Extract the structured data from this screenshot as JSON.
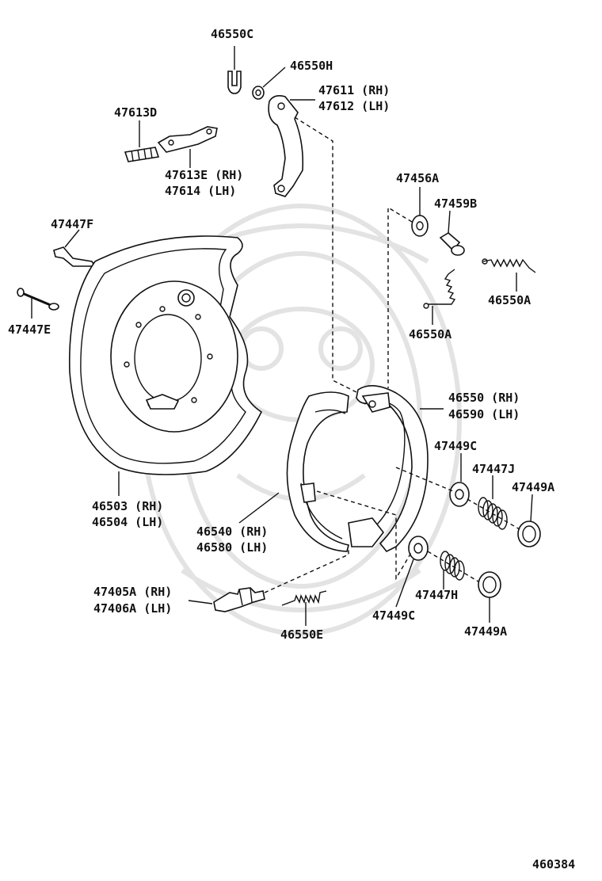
{
  "diagram_id": "460384",
  "labels": {
    "l_46550C": "46550C",
    "l_46550H": "46550H",
    "l_47611": "47611 (RH)",
    "l_47612": "47612 (LH)",
    "l_47613D": "47613D",
    "l_47613E": "47613E (RH)",
    "l_47614": "47614  (LH)",
    "l_47456A": "47456A",
    "l_47459B": "47459B",
    "l_47447F": "47447F",
    "l_46550A_1": "46550A",
    "l_47447E": "47447E",
    "l_46550A_2": "46550A",
    "l_46550": "46550 (RH)",
    "l_46590": "46590 (LH)",
    "l_47449C_1": "47449C",
    "l_47447J": "47447J",
    "l_47449A_1": "47449A",
    "l_46503": "46503 (RH)",
    "l_46504": "46504 (LH)",
    "l_46540": "46540 (RH)",
    "l_46580": "46580 (LH)",
    "l_47405A": "47405A (RH)",
    "l_47406A": "47406A (LH)",
    "l_47447H": "47447H",
    "l_47449C_2": "47449C",
    "l_46550E": "46550E",
    "l_47449A_2": "47449A"
  }
}
